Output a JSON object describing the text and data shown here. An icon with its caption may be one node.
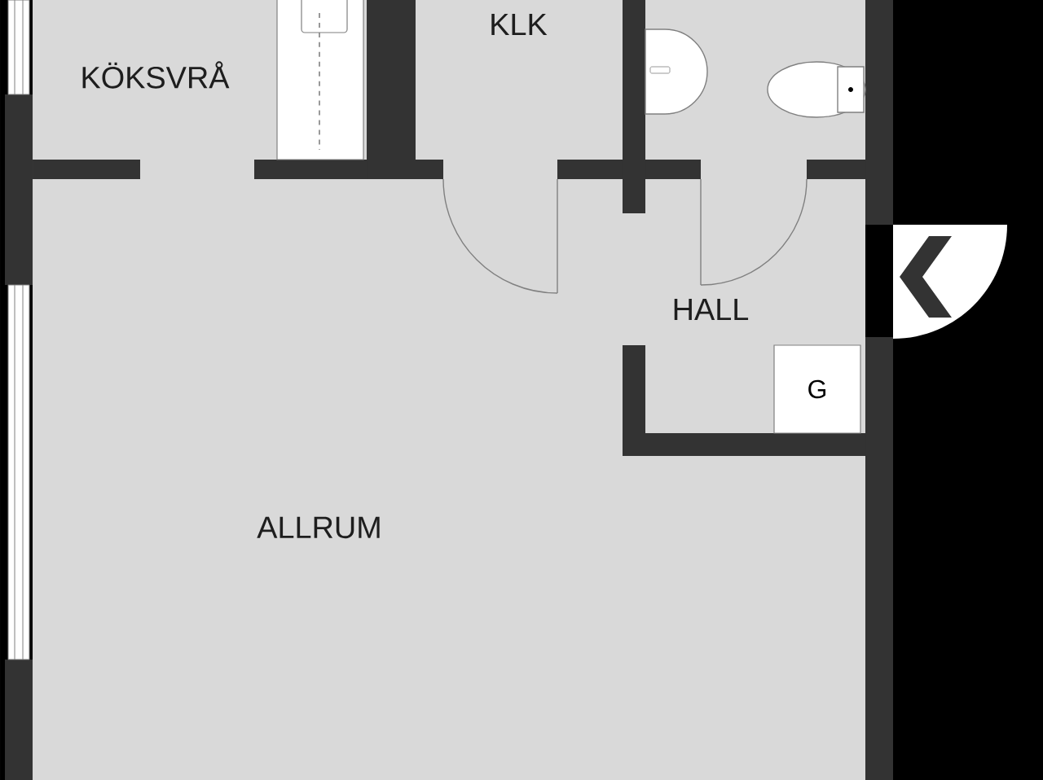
{
  "diagram": {
    "nodes": [
      {
        "text": [
          "G"
        ]
      }
    ],
    "labels": [
      "KÖKSVRÅ",
      "KLK",
      "HALL",
      "ALLRUM"
    ]
  }
}
